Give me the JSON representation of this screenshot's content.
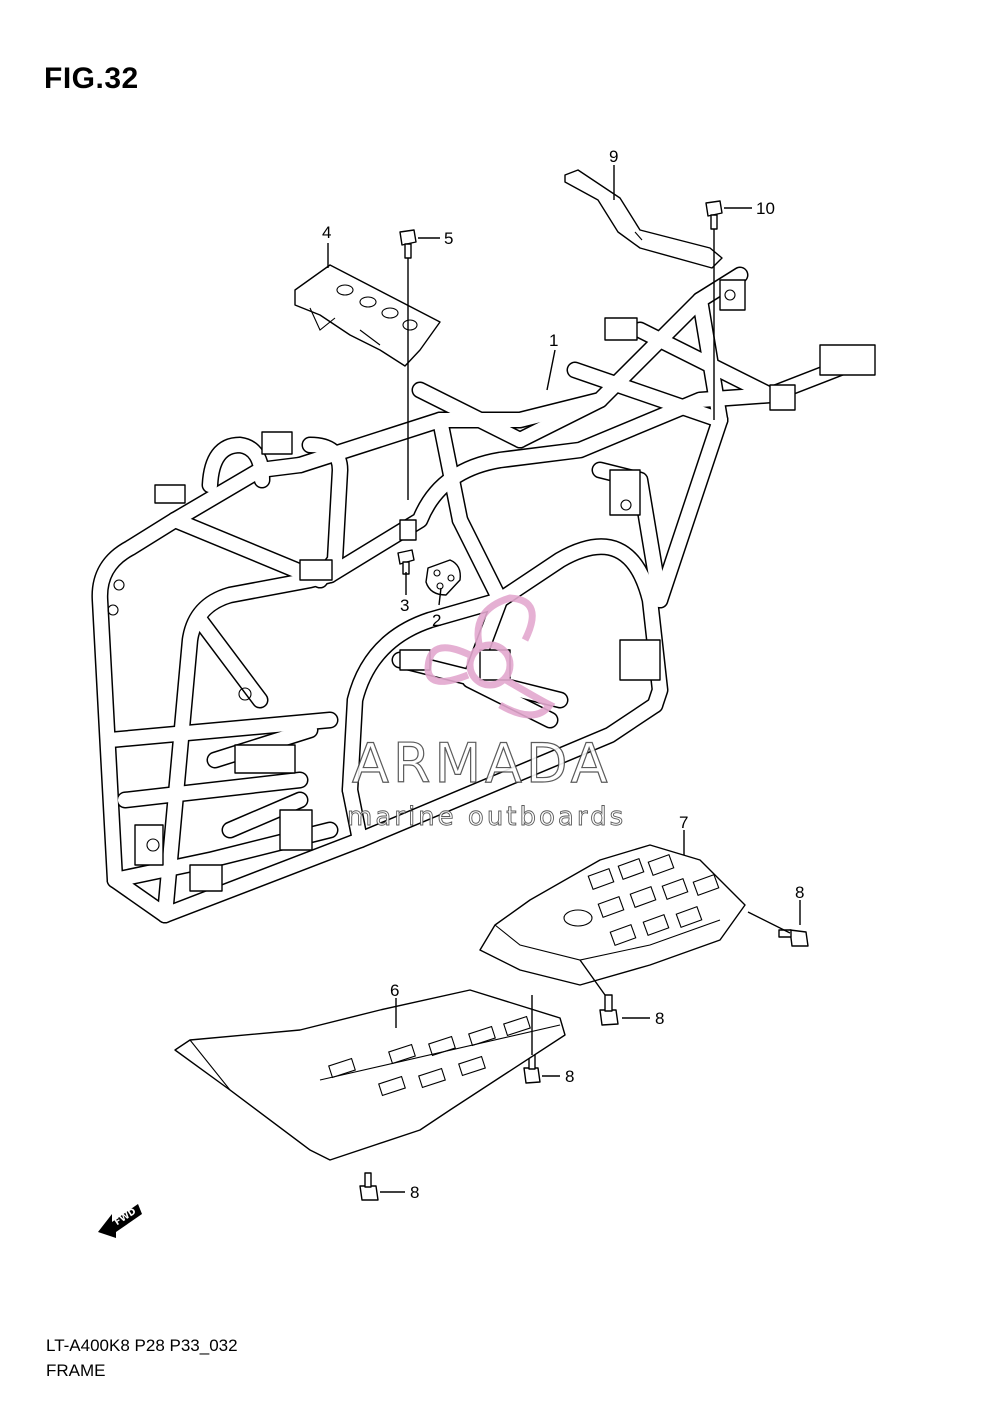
{
  "figure": {
    "title": "FIG.32"
  },
  "callouts": [
    {
      "id": "c1",
      "label": "1"
    },
    {
      "id": "c2",
      "label": "2"
    },
    {
      "id": "c3",
      "label": "3"
    },
    {
      "id": "c4",
      "label": "4"
    },
    {
      "id": "c5",
      "label": "5"
    },
    {
      "id": "c6",
      "label": "6"
    },
    {
      "id": "c7",
      "label": "7"
    },
    {
      "id": "c8a",
      "label": "8"
    },
    {
      "id": "c8b",
      "label": "8"
    },
    {
      "id": "c8c",
      "label": "8"
    },
    {
      "id": "c8d",
      "label": "8"
    },
    {
      "id": "c9",
      "label": "9"
    },
    {
      "id": "c10",
      "label": "10"
    }
  ],
  "watermark": {
    "name": "ARMADA",
    "tagline": "marine outboards",
    "logo_color": "#e3a8cf"
  },
  "direction_marker": {
    "label": "FWD",
    "icon": "forward-arrow-icon"
  },
  "footer": {
    "code": "LT-A400K8 P28 P33_032",
    "name": "FRAME"
  }
}
